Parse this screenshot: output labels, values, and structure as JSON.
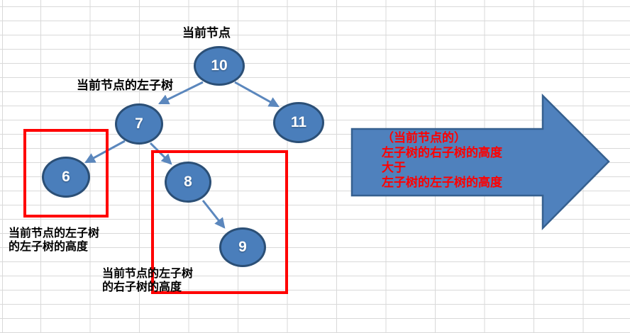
{
  "diagram": {
    "nodes": [
      {
        "name": "node-10",
        "value": "10"
      },
      {
        "name": "node-7",
        "value": "7"
      },
      {
        "name": "node-11",
        "value": "11"
      },
      {
        "name": "node-6",
        "value": "6"
      },
      {
        "name": "node-8",
        "value": "8"
      },
      {
        "name": "node-9",
        "value": "9"
      }
    ],
    "labels": {
      "current_node": "当前节点",
      "current_left_subtree": "当前节点的左子树",
      "left_left_height_line1": "当前节点的左子树",
      "left_left_height_line2": "的左子树的高度",
      "left_right_height_line1": "当前节点的左子树",
      "left_right_height_line2": "的右子树的高度"
    },
    "arrow_note_lines": [
      "（当前节点的）",
      "左子树的右子树的高度",
      "大于",
      "左子树的左子树的高度"
    ]
  },
  "colors": {
    "node_fill": "#4A7EBB",
    "node_border": "#2B4F76",
    "edge_blue": "#5B87BD",
    "big_arrow_fill": "#4F81BD",
    "big_arrow_border": "#36608F",
    "highlight_red": "#FF0000",
    "grid_line": "#D9D9D9",
    "node_text": "#FFFFFF",
    "label_text": "#000000"
  }
}
